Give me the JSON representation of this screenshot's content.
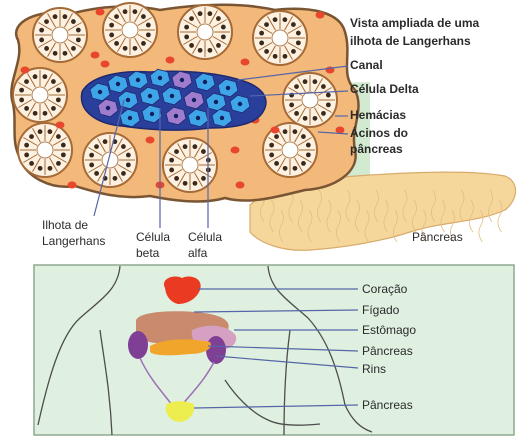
{
  "labels": {
    "title_line1": "Vista ampliada de uma",
    "title_line2": "ilhota de Langerhans",
    "canal": "Canal",
    "celula_delta": "Célula Delta",
    "hemacias": "Hemácias",
    "acinos_line1": "Ácinos do",
    "acinos_line2": "pâncreas",
    "ilhota_line1": "Ilhota de",
    "ilhota_line2": "Langerhans",
    "celula_beta_line1": "Célula",
    "celula_beta_line2": "beta",
    "celula_alfa_line1": "Célula",
    "celula_alfa_line2": "alfa",
    "pancreas_organ": "Pâncreas",
    "coracao": "Coração",
    "figado": "Fígado",
    "estomago": "Estômago",
    "pancreas_body": "Pâncreas",
    "rins": "Rins",
    "pancreas_bottom": "Pâncreas"
  },
  "colors": {
    "tissue": "#f3b97b",
    "tissue_outline": "#7a5533",
    "acinus_outline": "#a56a35",
    "red_blood_cell": "#e8472d",
    "islet_light": "#3da5e8",
    "islet_dark": "#2a3e9c",
    "delta_cell": "#9f7ccd",
    "pancreas_organ": "#f6d79b",
    "panel_bg": "#dff0e0",
    "green_band": "#9ccc9b",
    "heart": "#ea3b22",
    "liver": "#c98a6e",
    "stomach": "#d6a0c2",
    "kidney": "#7e3f95",
    "pancreas_body": "#f2a52b",
    "bladder": "#eded4f",
    "leader_line": "#5566a8"
  }
}
